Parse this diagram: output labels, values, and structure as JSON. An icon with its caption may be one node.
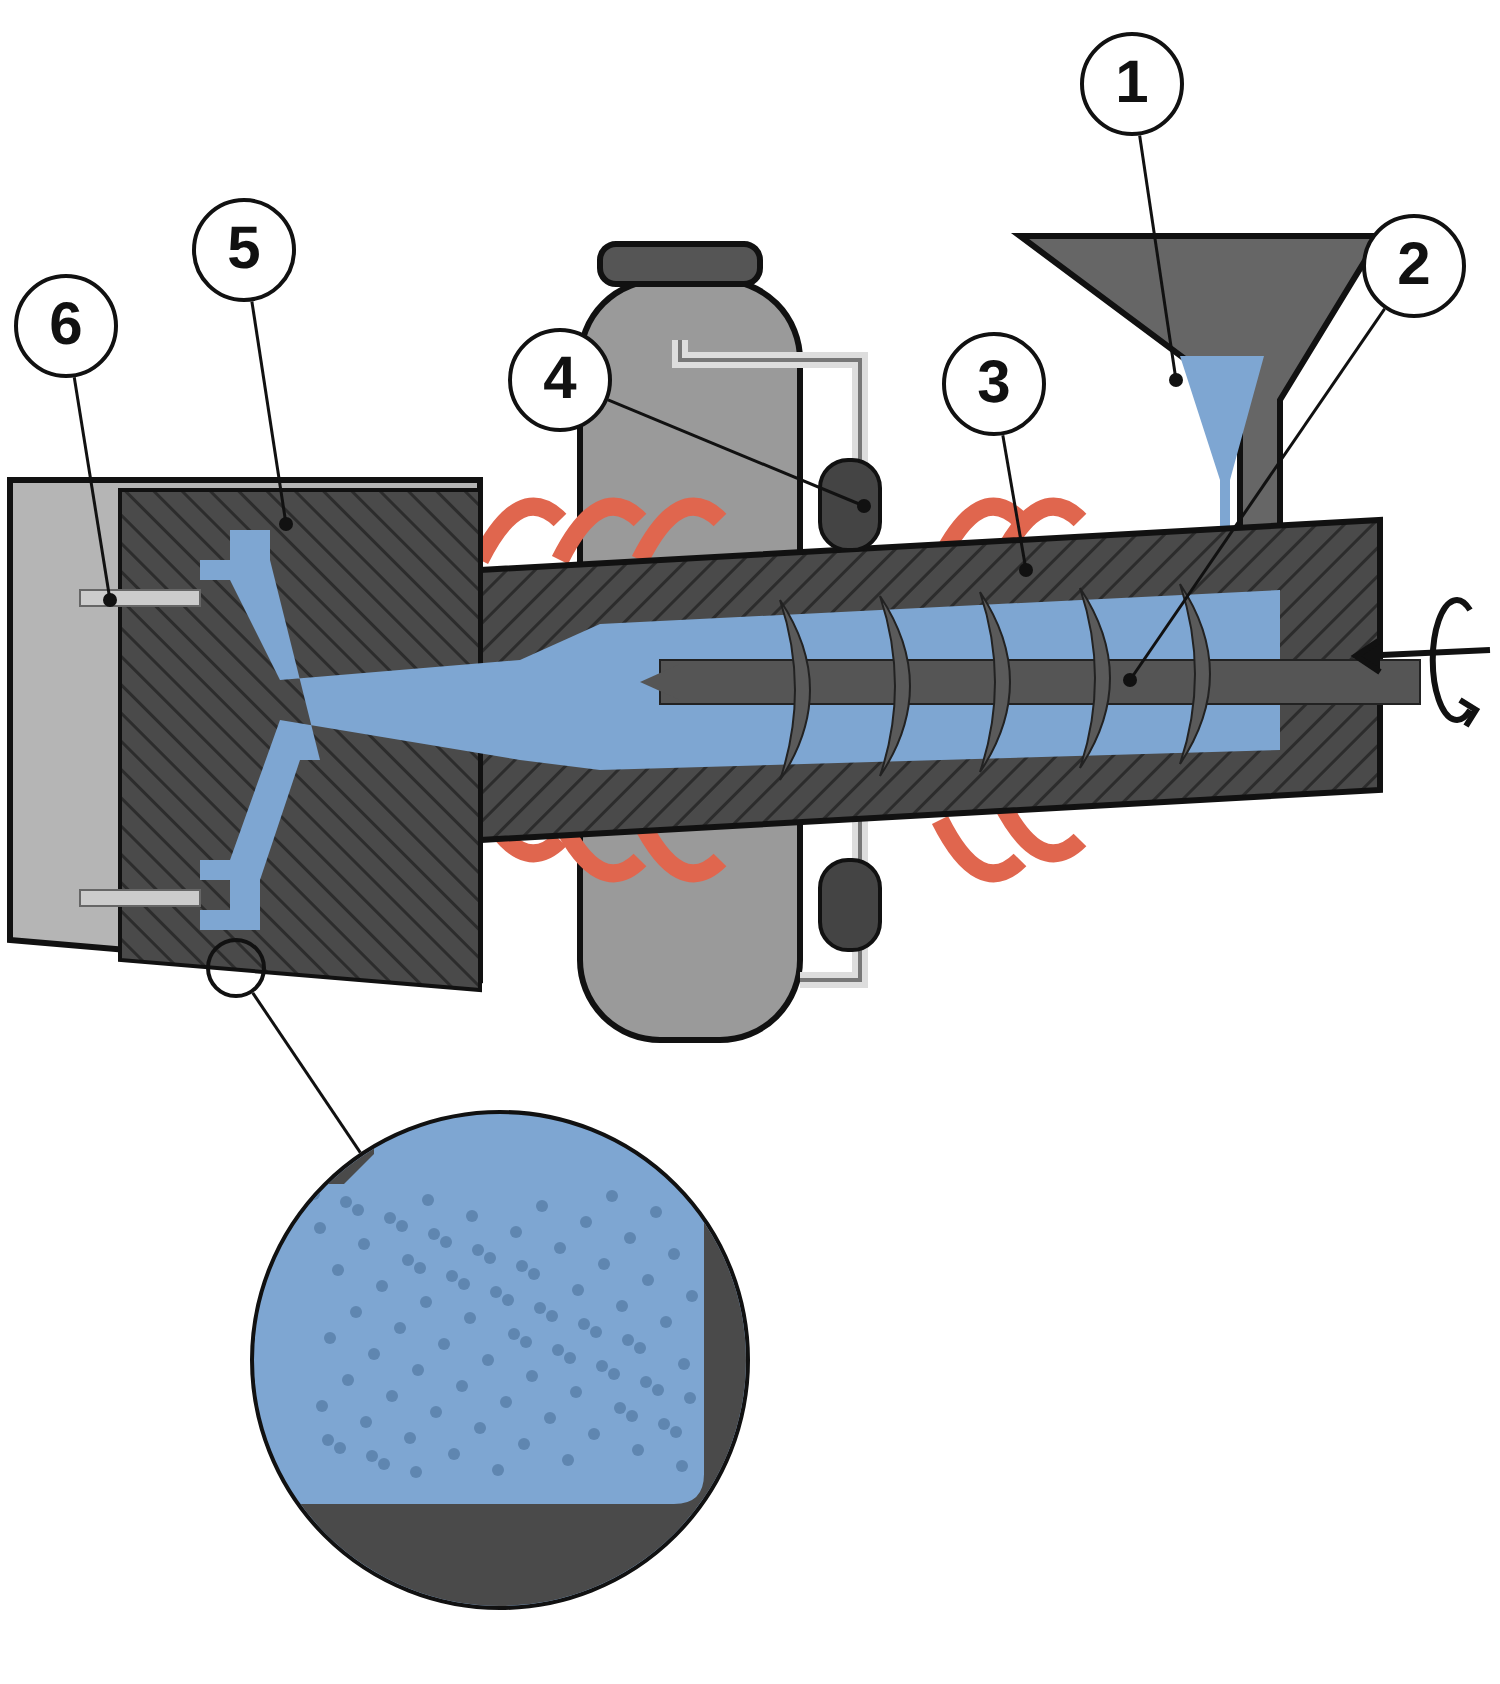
{
  "diagram": {
    "nodes": [
      {
        "text": [
          "1"
        ]
      },
      {
        "text": [
          "2"
        ]
      },
      {
        "text": [
          "3"
        ]
      },
      {
        "text": [
          "4"
        ]
      },
      {
        "text": [
          "5"
        ]
      },
      {
        "text": [
          "6"
        ]
      },
      {
        "text": [],
        "shape": "circle"
      },
      {
        "text": [],
        "shape": "circle"
      }
    ],
    "edges": [
      {
        "from": 0,
        "to": null,
        "arrow": "other"
      },
      {
        "from": 1,
        "to": null,
        "arrow": "other"
      },
      {
        "from": 2,
        "to": null,
        "arrow": "other"
      },
      {
        "from": 3,
        "to": null,
        "arrow": "other"
      },
      {
        "from": 4,
        "to": null,
        "arrow": "other"
      },
      {
        "from": 5,
        "to": null,
        "arrow": "other"
      },
      {
        "from": 6,
        "to": 7,
        "arrow": "none"
      }
    ]
  }
}
